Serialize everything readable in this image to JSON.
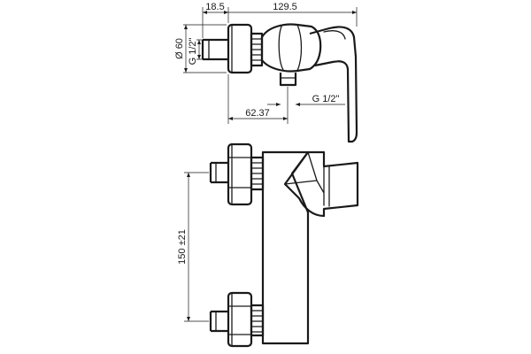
{
  "dimensions": {
    "top_offset": "18.5",
    "total_length": "129.5",
    "diameter": "Ø 60",
    "left_thread": "G 1/2\"",
    "outlet_offset": "62.37",
    "outlet_thread": "G 1/2\"",
    "inlet_spacing": "150 ±21"
  }
}
